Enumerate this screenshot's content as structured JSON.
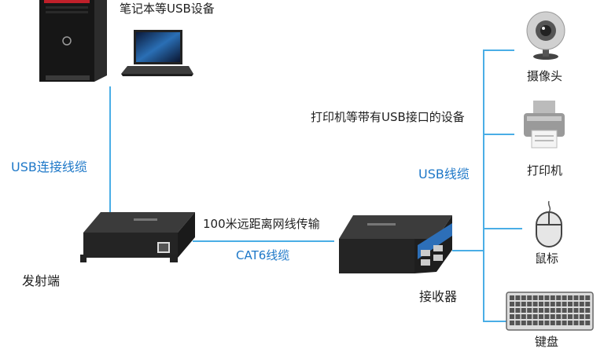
{
  "labels": {
    "laptop_devices": "笔记本等USB设备",
    "usb_cable_left": "USB连接线缆",
    "distance": "100米远距离网线传输",
    "cat6": "CAT6线缆",
    "transmitter": "发射端",
    "receiver": "接收器",
    "printer_devices": "打印机等带有USB接口的设备",
    "usb_cable_right": "USB线缆",
    "camera": "摄像头",
    "printer": "打印机",
    "mouse": "鼠标",
    "keyboard": "键盘"
  },
  "icons": {
    "pc": "desktop-tower-icon",
    "laptop": "laptop-icon",
    "camera": "webcam-icon",
    "printer": "printer-icon",
    "mouse": "mouse-icon",
    "keyboard": "keyboard-icon"
  },
  "colors": {
    "line": "#4aaee6",
    "label_blue": "#1e78c8",
    "pc_red": "#c0202a"
  }
}
